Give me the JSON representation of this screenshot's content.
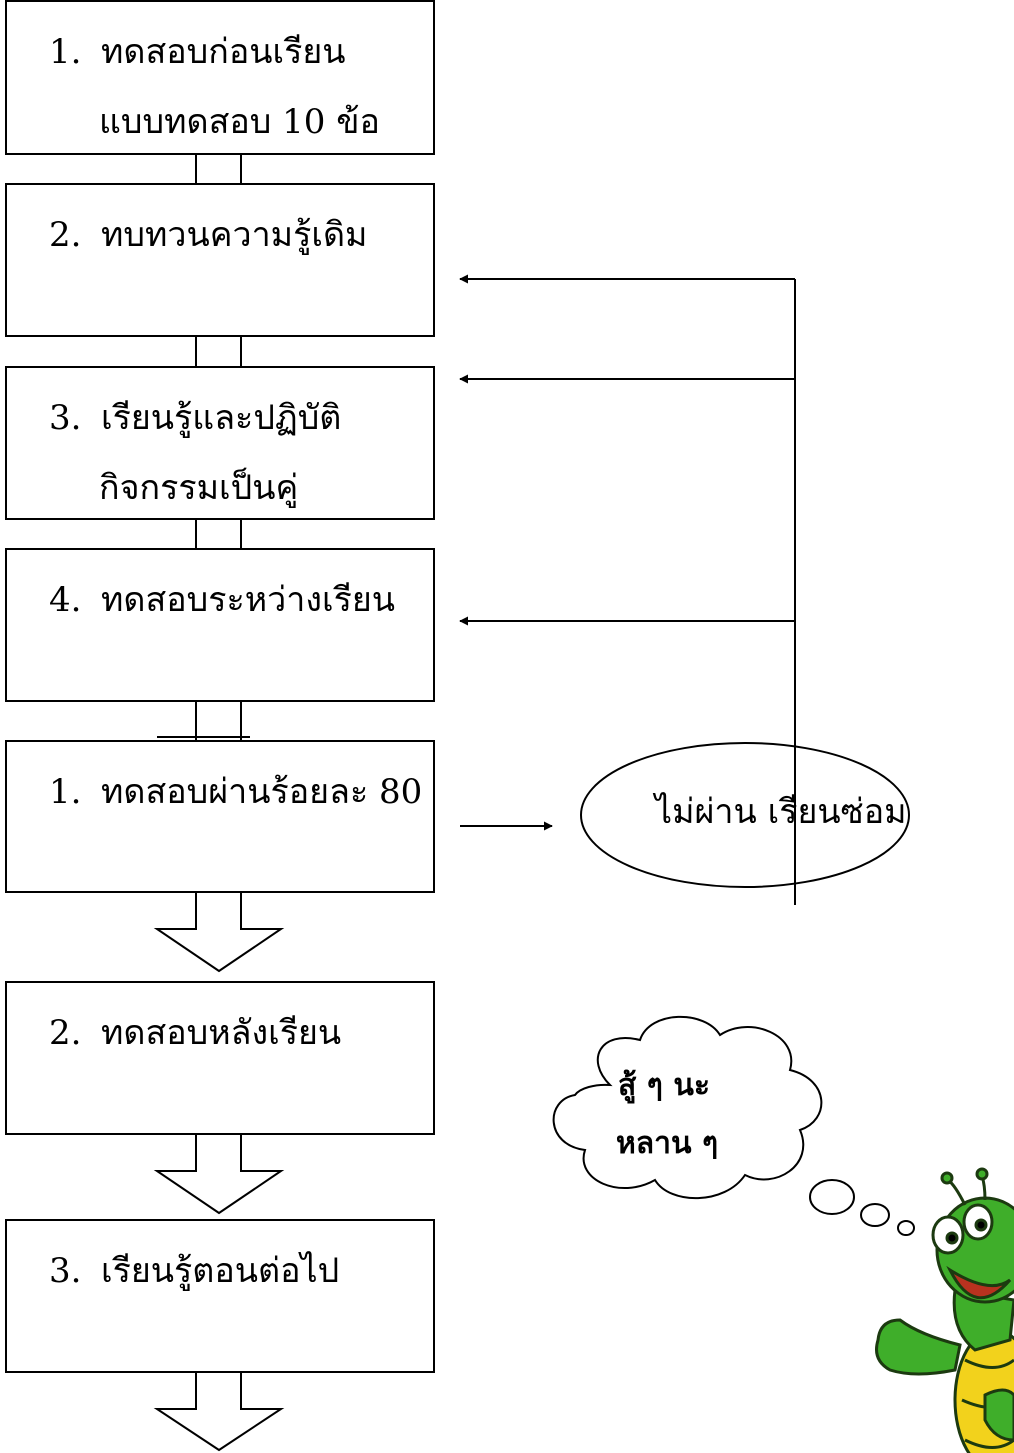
{
  "steps": [
    {
      "num": "1.",
      "label": "ทดสอบก่อนเรียน",
      "detail": "แบบทดสอบ 10 ข้อ"
    },
    {
      "num": "2.",
      "label": "ทบทวนความรู้เดิม",
      "detail": ""
    },
    {
      "num": "3.",
      "label": "เรียนรู้และปฏิบัติ",
      "detail": "กิจกรรมเป็นคู่"
    },
    {
      "num": "4.",
      "label": "ทดสอบระหว่างเรียน",
      "detail": ""
    },
    {
      "num": "1.",
      "label": "ทดสอบผ่านร้อยละ 80",
      "detail": ""
    },
    {
      "num": "2.",
      "label": "ทดสอบหลังเรียน",
      "detail": ""
    },
    {
      "num": "3.",
      "label": "เรียนรู้ตอนต่อไป",
      "detail": ""
    }
  ],
  "remedial": {
    "label": "ไม่ผ่าน เรียนซ่อม"
  },
  "speech": {
    "line1": "สู้ ๆ นะ",
    "line2": "หลาน ๆ"
  },
  "colors": {
    "stroke": "#000000",
    "turtle_skin": "#3fae2a",
    "turtle_shell": "#f2d21c",
    "turtle_outline": "#1c3a10"
  },
  "icons": {
    "mascot": "cartoon-turtle-icon"
  }
}
